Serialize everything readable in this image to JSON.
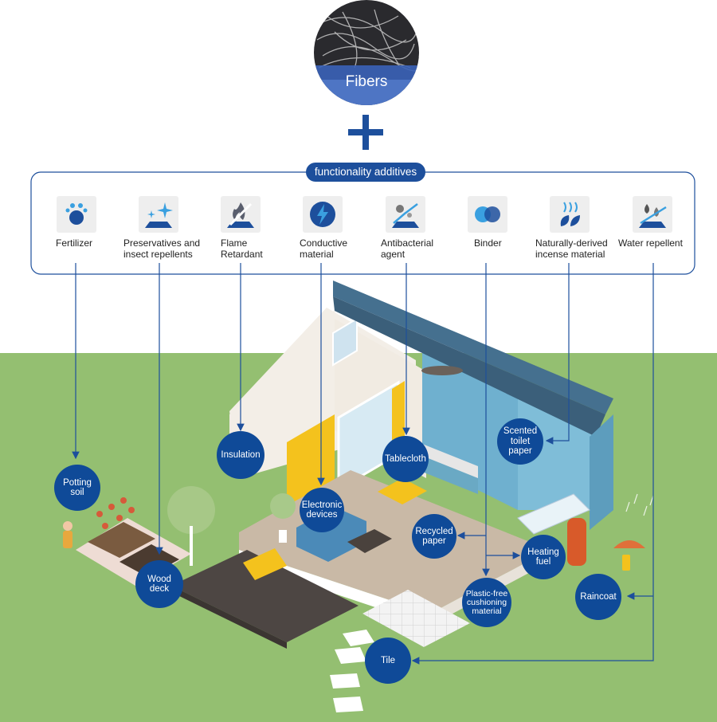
{
  "fibers_label": "Fibers",
  "plus_symbol": "+",
  "additives_title": "functionality additives",
  "additives": [
    {
      "label": "Fertilizer",
      "icon": "fertilizer-icon"
    },
    {
      "label": "Preservatives and\ninsect repellents",
      "icon": "preservatives-icon"
    },
    {
      "label": "Flame\nRetardant",
      "icon": "flame-retardant-icon"
    },
    {
      "label": "Conductive\nmaterial",
      "icon": "conductive-icon"
    },
    {
      "label": "Antibacterial\nagent",
      "icon": "antibacterial-icon"
    },
    {
      "label": "Binder",
      "icon": "binder-icon"
    },
    {
      "label": "Naturally-derived\nincense material",
      "icon": "incense-icon"
    },
    {
      "label": "Water repellent",
      "icon": "water-repellent-icon"
    }
  ],
  "products": {
    "potting_soil": "Potting\nsoil",
    "wood_deck": "Wood\ndeck",
    "insulation": "Insulation",
    "electronic_devices": "Electronic\ndevices",
    "tablecloth": "Tablecloth",
    "scented_toilet_paper": "Scented\ntoilet\npaper",
    "recycled_paper": "Recycled\npaper",
    "heating_fuel": "Heating\nfuel",
    "plastic_free_cushioning": "Plastic-free\ncushioning\nmaterial",
    "raincoat": "Raincoat",
    "tile": "Tile"
  },
  "colors": {
    "brand_blue": "#0f4a98",
    "line_blue": "#1d4f9c",
    "grass": "#94bf71",
    "roof": "#45708f",
    "wall": "#f2ede6",
    "floor": "#c9b9a6",
    "deck": "#4d4643",
    "accent_yellow": "#f4c21d",
    "interior_teal": "#6fb0cf"
  }
}
